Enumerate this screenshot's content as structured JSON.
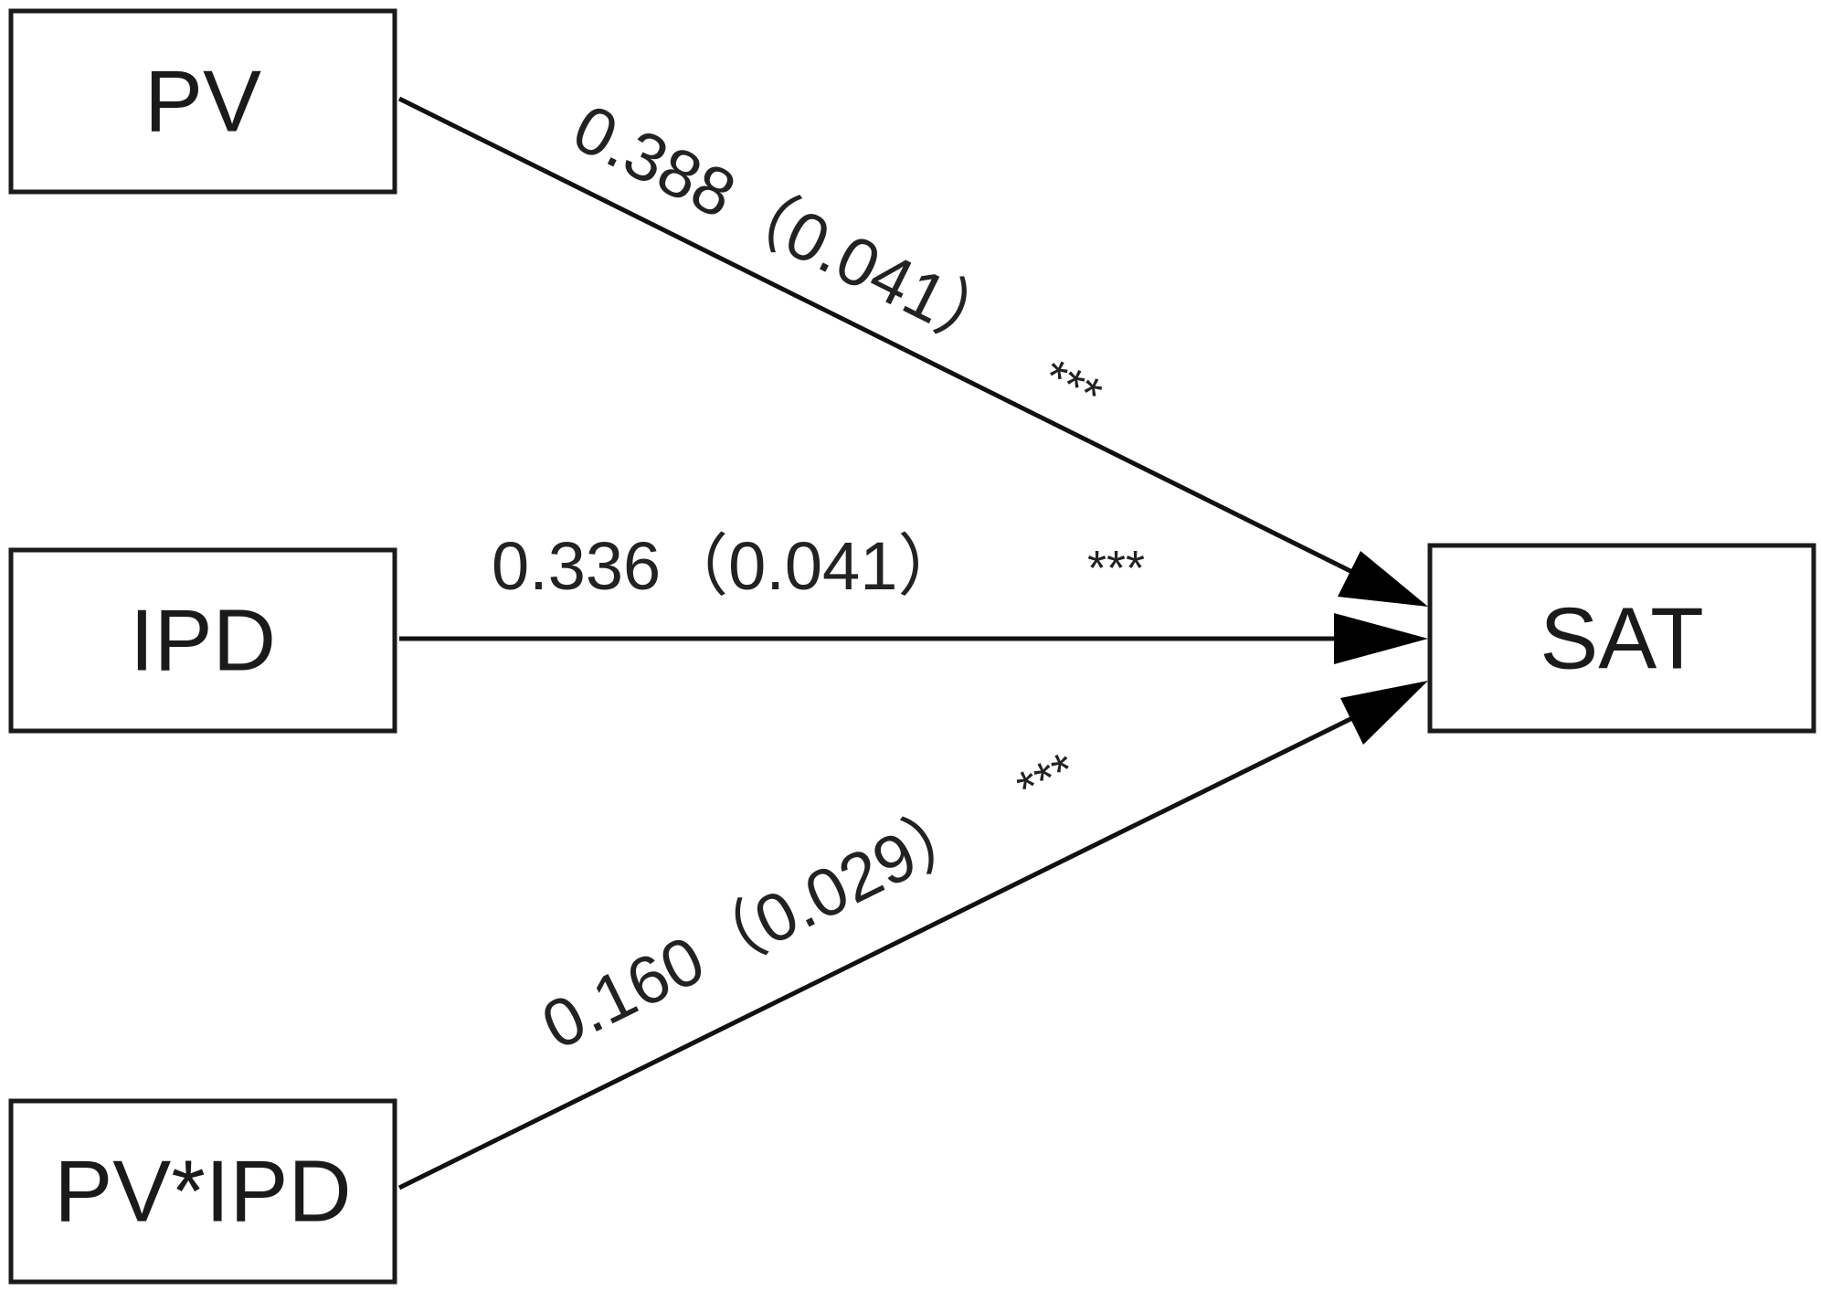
{
  "nodes": {
    "pv": "PV",
    "ipd": "IPD",
    "interaction": "PV*IPD",
    "sat": "SAT"
  },
  "edges": {
    "pv_sat": {
      "coefficient": "0.388",
      "se": "（0.041）",
      "sig": "***"
    },
    "ipd_sat": {
      "coefficient": "0.336",
      "se": "（0.041）",
      "sig": "***"
    },
    "interaction_sat": {
      "coefficient": "0.160",
      "se": "（0.029）",
      "sig": "***"
    }
  }
}
